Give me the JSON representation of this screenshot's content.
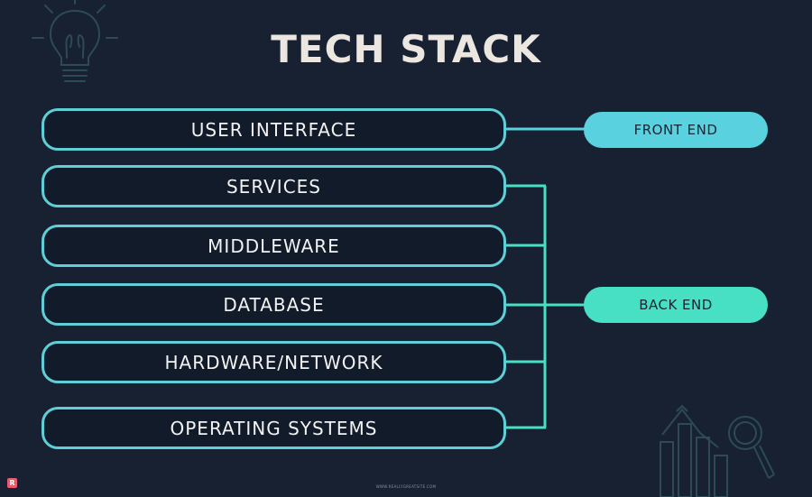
{
  "title": "TECH STACK",
  "layers": [
    {
      "label": "USER INTERFACE"
    },
    {
      "label": "SERVICES"
    },
    {
      "label": "MIDDLEWARE"
    },
    {
      "label": "DATABASE"
    },
    {
      "label": "HARDWARE/NETWORK"
    },
    {
      "label": "OPERATING SYSTEMS"
    }
  ],
  "tags": {
    "front_end": "FRONT END",
    "back_end": "BACK END"
  },
  "colors": {
    "background": "#172131",
    "front_end": "#5ad1df",
    "back_end": "#47e0c4",
    "border": "#5ecfd6"
  },
  "icons": [
    "lightbulb-icon",
    "bar-chart-magnifier-icon"
  ],
  "footer": "WWW.REALLYGREATSITE.COM",
  "corner_logo": "R"
}
